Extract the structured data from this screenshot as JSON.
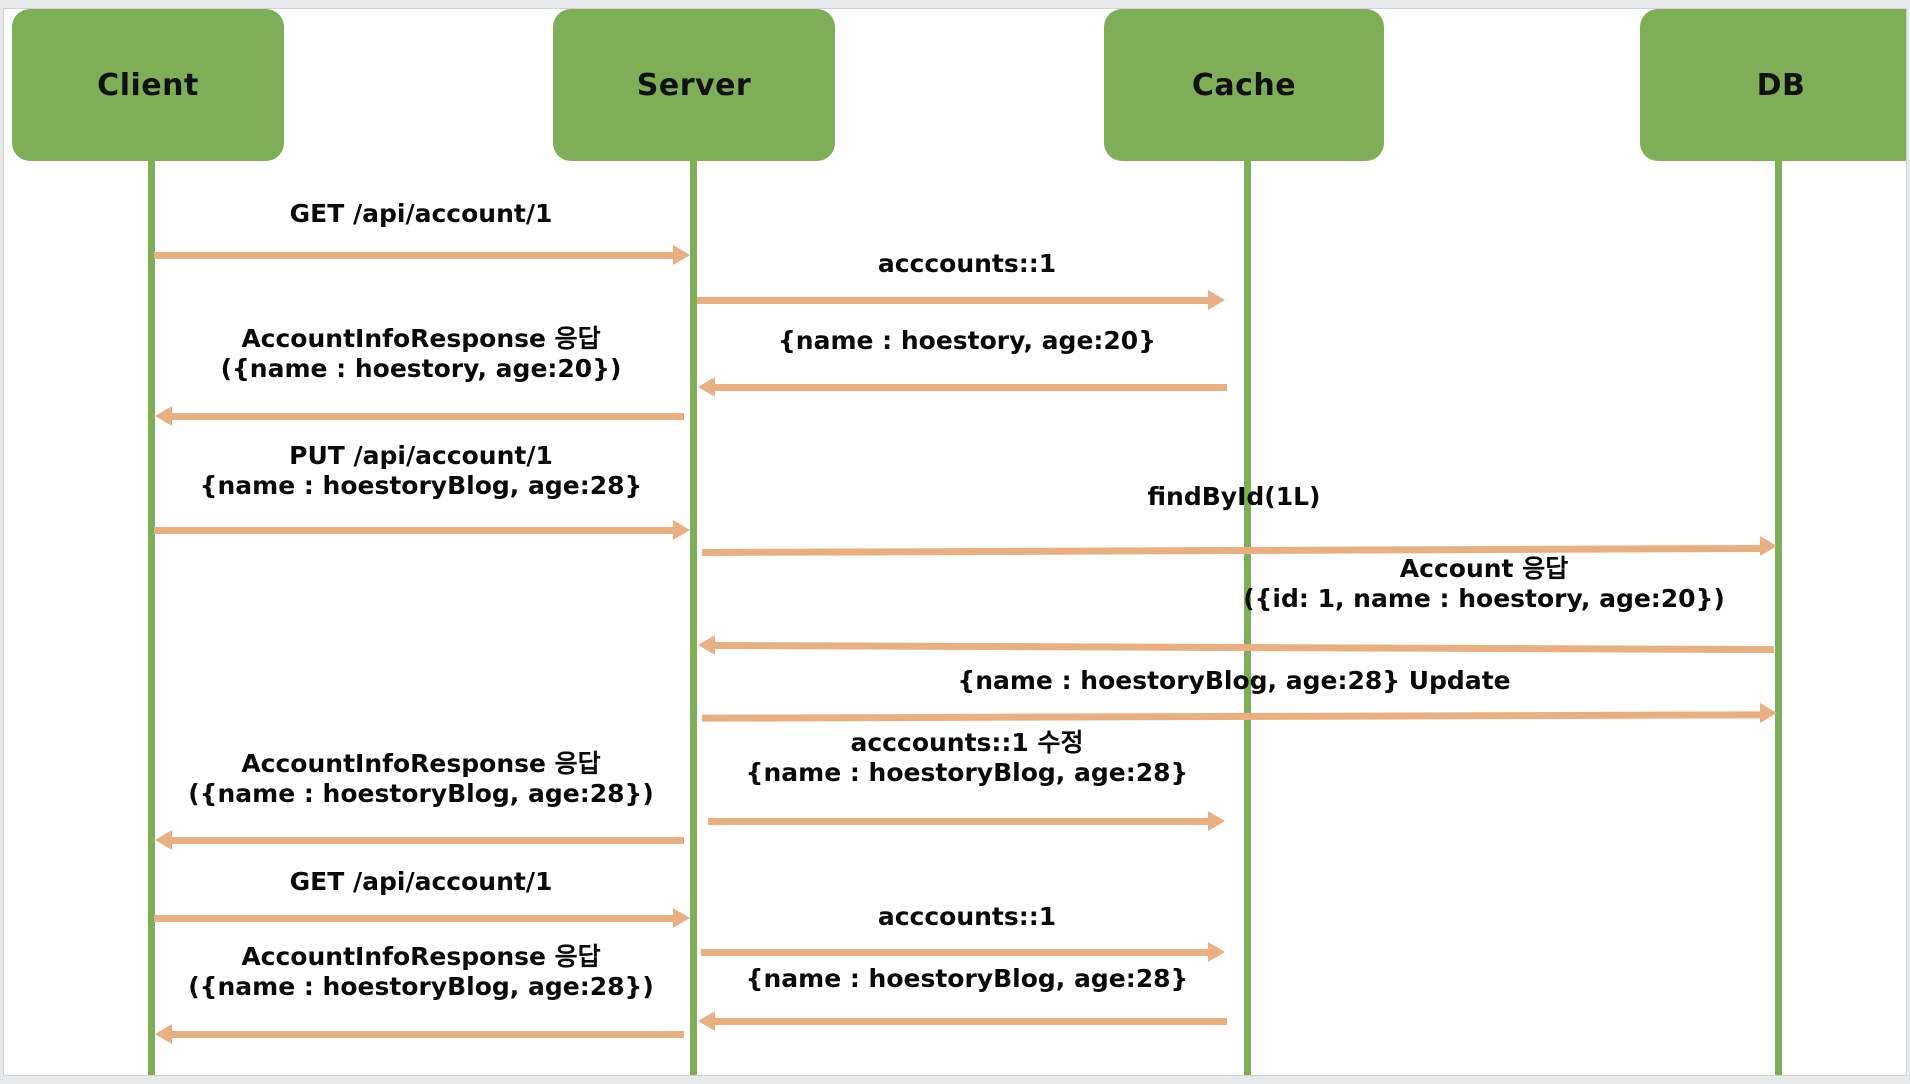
{
  "diagram": {
    "type": "sequence-diagram",
    "title": "",
    "colors": {
      "participant_fill": "#7EAF58",
      "arrow": "#E8AF83",
      "text": "#0A0A0A",
      "canvas": "#FFFFFF",
      "page_background": "#E7E9EA"
    },
    "participants": [
      {
        "id": "client",
        "label": "Client"
      },
      {
        "id": "server",
        "label": "Server"
      },
      {
        "id": "cache",
        "label": "Cache"
      },
      {
        "id": "db",
        "label": "DB"
      }
    ],
    "messages": [
      {
        "index": 1,
        "from": "client",
        "to": "server",
        "direction": "right",
        "lines": [
          "GET /api/account/1"
        ]
      },
      {
        "index": 2,
        "from": "server",
        "to": "cache",
        "direction": "right",
        "lines": [
          "acccounts::1"
        ]
      },
      {
        "index": 3,
        "from": "cache",
        "to": "server",
        "direction": "left",
        "lines": [
          "{name : hoestory, age:20}"
        ]
      },
      {
        "index": 4,
        "from": "server",
        "to": "client",
        "direction": "left",
        "lines": [
          "AccountInfoResponse 응답",
          "({name : hoestory, age:20})"
        ]
      },
      {
        "index": 5,
        "from": "client",
        "to": "server",
        "direction": "right",
        "lines": [
          "PUT /api/account/1",
          "{name : hoestoryBlog, age:28}"
        ]
      },
      {
        "index": 6,
        "from": "server",
        "to": "db",
        "direction": "right",
        "lines": [
          "findById(1L)"
        ]
      },
      {
        "index": 7,
        "from": "db",
        "to": "server",
        "direction": "left",
        "lines": [
          "Account 응답",
          "({id: 1, name : hoestory, age:20})"
        ]
      },
      {
        "index": 8,
        "from": "server",
        "to": "db",
        "direction": "right",
        "lines": [
          "{name : hoestoryBlog, age:28} Update"
        ]
      },
      {
        "index": 9,
        "from": "server",
        "to": "cache",
        "direction": "right",
        "lines": [
          "acccounts::1 수정",
          "{name : hoestoryBlog, age:28}"
        ]
      },
      {
        "index": 10,
        "from": "server",
        "to": "client",
        "direction": "left",
        "lines": [
          "AccountInfoResponse 응답",
          "({name : hoestoryBlog, age:28})"
        ]
      },
      {
        "index": 11,
        "from": "client",
        "to": "server",
        "direction": "right",
        "lines": [
          "GET /api/account/1"
        ]
      },
      {
        "index": 12,
        "from": "server",
        "to": "cache",
        "direction": "right",
        "lines": [
          "acccounts::1"
        ]
      },
      {
        "index": 13,
        "from": "cache",
        "to": "server",
        "direction": "left",
        "lines": [
          "{name : hoestoryBlog, age:28}"
        ]
      },
      {
        "index": 14,
        "from": "server",
        "to": "client",
        "direction": "left",
        "lines": [
          "AccountInfoResponse 응답",
          "({name : hoestoryBlog, age:28})"
        ]
      }
    ]
  }
}
